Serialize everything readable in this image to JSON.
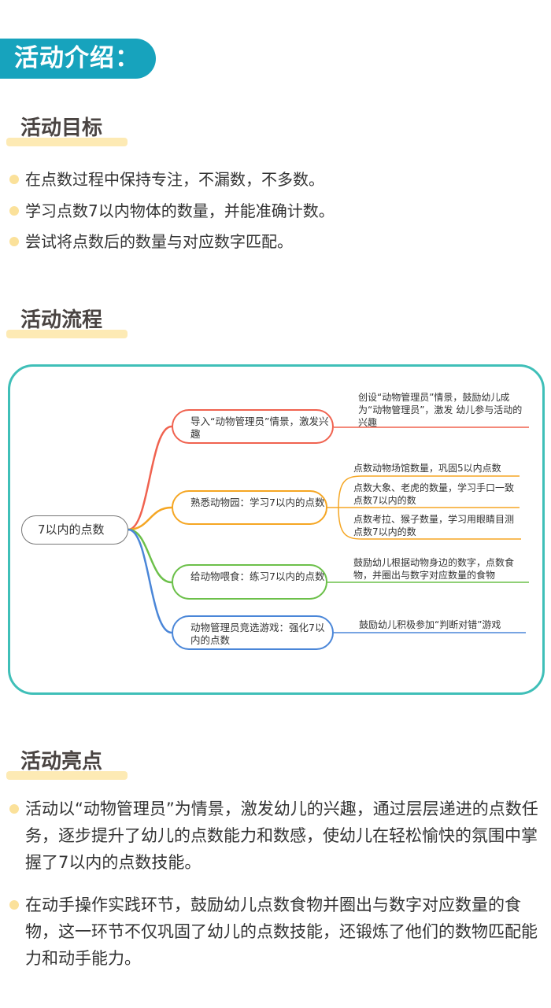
{
  "header": {
    "title": "活动介绍："
  },
  "goals": {
    "heading": "活动目标",
    "items": [
      "在点数过程中保持专注，不漏数，不多数。",
      "学习点数7以内物体的数量，并能准确计数。",
      "尝试将点数后的数量与对应数字匹配。"
    ]
  },
  "flow": {
    "heading": "活动流程",
    "root": "7以内的点数",
    "branches": [
      {
        "label": "导入“动物管理员”情景，激发兴趣",
        "color": "#f0624f",
        "leaves": [
          "创设“动物管理员”情景，鼓励幼儿成为“动物管理员”，激发 幼儿参与活动的兴趣"
        ]
      },
      {
        "label": "熟悉动物园：学习7以内的点数",
        "color": "#f5a623",
        "leaves": [
          "点数动物场馆数量，巩固5以内点数",
          "点数大象、老虎的数量，学习手口一致点数7以内的数",
          "点数考拉、猴子数量，学习用眼睛目测点数7以内的数"
        ]
      },
      {
        "label": "给动物喂食：练习7以内的点数",
        "color": "#6cc04a",
        "leaves": [
          "鼓励幼儿根据动物身边的数字，点数食物，并圈出与数字对应数量的食物"
        ]
      },
      {
        "label": "动物管理员竞选游戏：强化7以内的点数",
        "color": "#4a86d8",
        "leaves": [
          "鼓励幼儿积极参加“判断对错”游戏"
        ]
      }
    ]
  },
  "highlights": {
    "heading": "活动亮点",
    "items": [
      "活动以“动物管理员”为情景，激发幼儿的兴趣，通过层层递进的点数任务，逐步提升了幼儿的点数能力和数感，使幼儿在轻松愉快的氛围中掌握了7以内的点数技能。",
      "在动手操作实践环节，鼓励幼儿点数食物并圈出与数字对应数量的食物，这一环节不仅巩固了幼儿的点数技能，还锻炼了他们的数物匹配能力和动手能力。"
    ]
  }
}
